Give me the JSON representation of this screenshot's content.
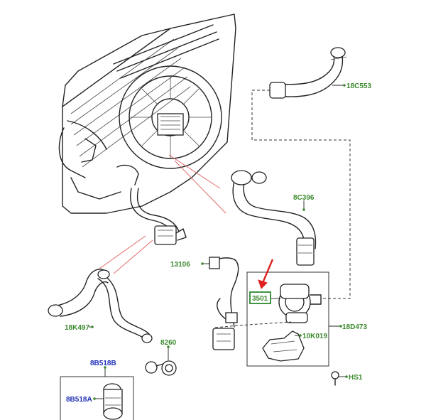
{
  "labels": {
    "l18C553": "18C553",
    "l8C396": "8C396",
    "l13106": "13106",
    "l3501": "3501",
    "l18D473": "18D473",
    "l10K019": "10K019",
    "l18K497": "18K497",
    "l8260": "8260",
    "l8B518B": "8B518B",
    "l8B518A": "8B518A",
    "lHS1": "HS1"
  },
  "colors": {
    "green_label": "#3c8a2e",
    "blue_label": "#1f2fb5",
    "highlight_box": "#2e8b2e",
    "red_arrow": "#e02020"
  }
}
